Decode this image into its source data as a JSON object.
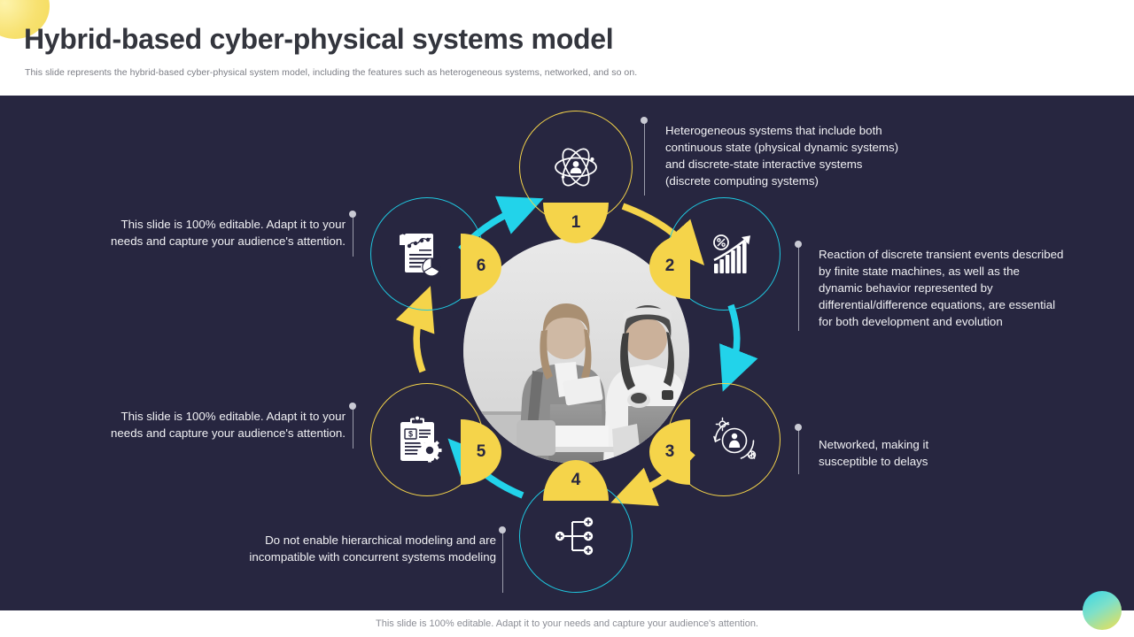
{
  "header": {
    "title": "Hybrid-based cyber-physical systems model",
    "subtitle": "This slide represents the hybrid-based cyber-physical system model, including the features such as heterogeneous systems, networked, and so on."
  },
  "colors": {
    "panel_background": "#272640",
    "yellow": "#f5d44a",
    "cyan": "#22d3ea",
    "text_light": "#f1f1f4",
    "title": "#33353d"
  },
  "diagram": {
    "type": "cyclic-process",
    "center_image": "two-women-with-tablet-photo",
    "nodes": [
      {
        "number": "1",
        "accent": "yellow",
        "icon": "atom-person-icon",
        "badge_position": "bottom"
      },
      {
        "number": "2",
        "accent": "cyan",
        "icon": "growth-chart-icon",
        "badge_position": "left"
      },
      {
        "number": "3",
        "accent": "yellow",
        "icon": "person-network-icon",
        "badge_position": "left"
      },
      {
        "number": "4",
        "accent": "cyan",
        "icon": "hierarchy-nodes-icon",
        "badge_position": "top"
      },
      {
        "number": "5",
        "accent": "yellow",
        "icon": "invoice-gear-icon",
        "badge_position": "right"
      },
      {
        "number": "6",
        "accent": "cyan",
        "icon": "report-chart-icon",
        "badge_position": "right"
      }
    ],
    "arrows": [
      {
        "from": "1",
        "to": "2",
        "color": "yellow"
      },
      {
        "from": "2",
        "to": "3",
        "color": "cyan"
      },
      {
        "from": "3",
        "to": "4",
        "color": "yellow"
      },
      {
        "from": "4",
        "to": "5",
        "color": "cyan"
      },
      {
        "from": "5",
        "to": "6",
        "color": "yellow"
      },
      {
        "from": "6",
        "to": "1",
        "color": "cyan"
      }
    ]
  },
  "callouts": [
    {
      "id": "callout-1",
      "side": "right",
      "text": "Heterogeneous systems that include both\ncontinuous state (physical dynamic systems)\nand discrete-state interactive systems\n(discrete computing systems)"
    },
    {
      "id": "callout-2",
      "side": "right",
      "text": "Reaction of discrete transient events described\nby finite state machines, as well as the\ndynamic behavior represented by\ndifferential/difference equations, are essential\nfor both development and evolution"
    },
    {
      "id": "callout-3",
      "side": "right",
      "text": "Networked, making it\nsusceptible to delays"
    },
    {
      "id": "callout-4",
      "side": "left",
      "text": "Do not enable hierarchical modeling and are\nincompatible with concurrent systems modeling"
    },
    {
      "id": "callout-5",
      "side": "left",
      "text": "This slide is 100% editable. Adapt it to your\nneeds and capture your audience's attention."
    },
    {
      "id": "callout-6",
      "side": "left",
      "text": "This slide is 100% editable. Adapt it to your\nneeds and capture your audience's attention."
    }
  ],
  "footer": {
    "text": "This slide is 100% editable. Adapt it to your needs and capture your audience's attention."
  }
}
